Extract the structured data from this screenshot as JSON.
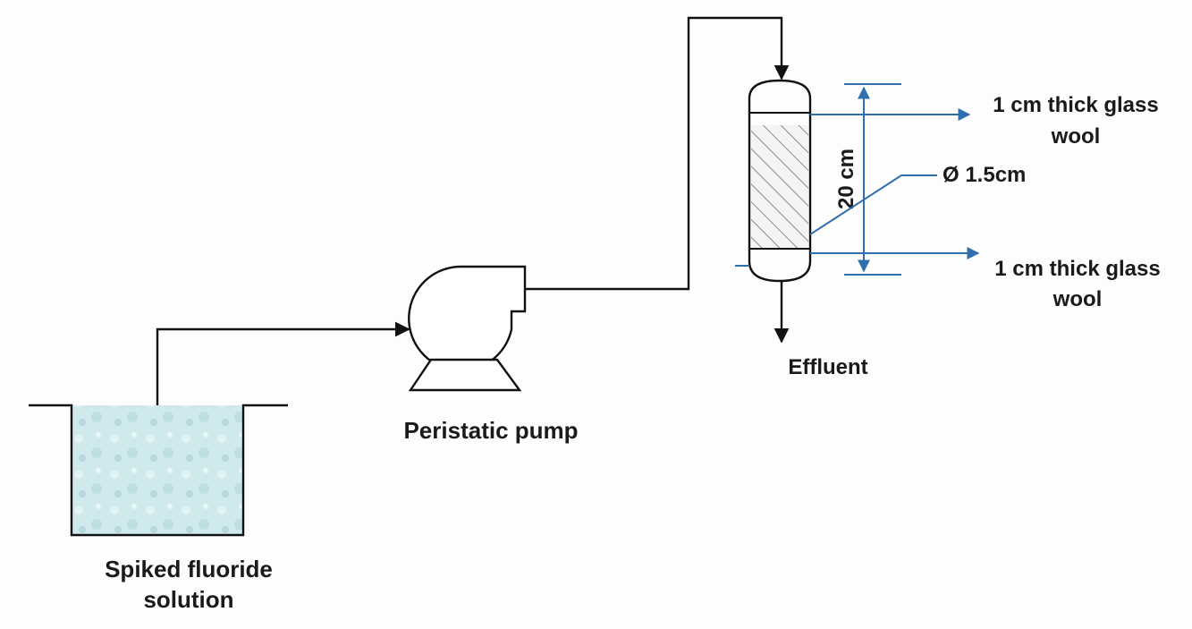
{
  "labels": {
    "tank": [
      "Spiked fluoride",
      "solution"
    ],
    "pump": "Peristatic pump",
    "effluent": "Effluent",
    "glass_wool_top": [
      "1 cm thick glass",
      "wool"
    ],
    "glass_wool_bottom": [
      "1 cm thick glass",
      "wool"
    ],
    "length": "20 cm",
    "diameter": "Ø 1.5cm"
  },
  "colors": {
    "line": "#111111",
    "dimension": "#2f6fae",
    "solution": "#cde8ea",
    "packing_hatch": "#8a8a8a"
  },
  "icons": {
    "tank": "solution-tank",
    "pump": "peristaltic-pump",
    "column": "packed-column"
  }
}
